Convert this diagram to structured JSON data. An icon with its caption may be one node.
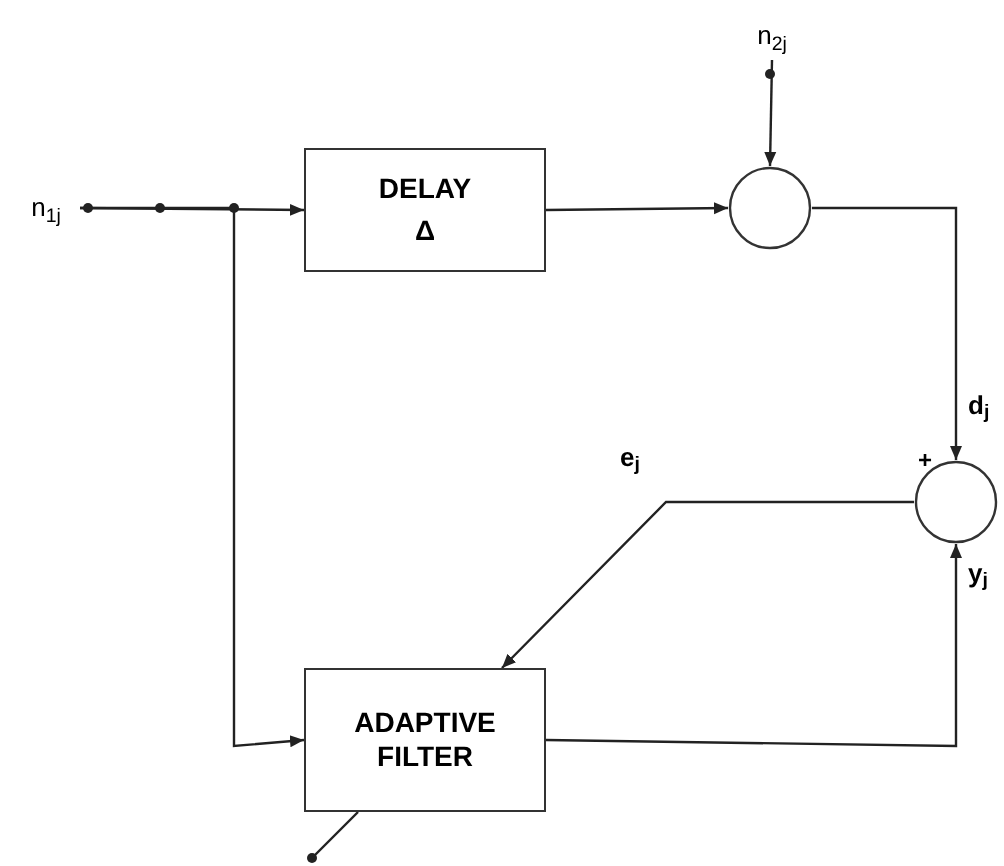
{
  "diagram": {
    "nodes": [
      {
        "text": [
          "n$_{1j}$"
        ]
      },
      {
        "text": [
          "DELAY",
          "Δ"
        ]
      },
      {
        "text": [],
        "shape": "circle"
      },
      {
        "text": [
          "n$_{2j}$"
        ]
      },
      {
        "text": [],
        "shape": "circle",
        "beside": [
          "+"
        ]
      },
      {
        "text": [
          "ADAPTIVE FILTER"
        ]
      }
    ],
    "edges": [
      {
        "from": 0,
        "to": 1,
        "arrow": "to"
      },
      {
        "from": 0,
        "to": 5,
        "arrow": "to"
      },
      {
        "from": 1,
        "to": 2,
        "arrow": "to"
      },
      {
        "from": 3,
        "to": 2,
        "arrow": "to"
      },
      {
        "from": 2,
        "to": 4,
        "arrow": "to",
        "label": "d$_{j}$"
      },
      {
        "from": 5,
        "to": 4,
        "arrow": "to",
        "label": "y$_{j}$"
      },
      {
        "from": 4,
        "to": 5,
        "arrow": "to",
        "label": "e$_{j}$"
      }
    ]
  }
}
